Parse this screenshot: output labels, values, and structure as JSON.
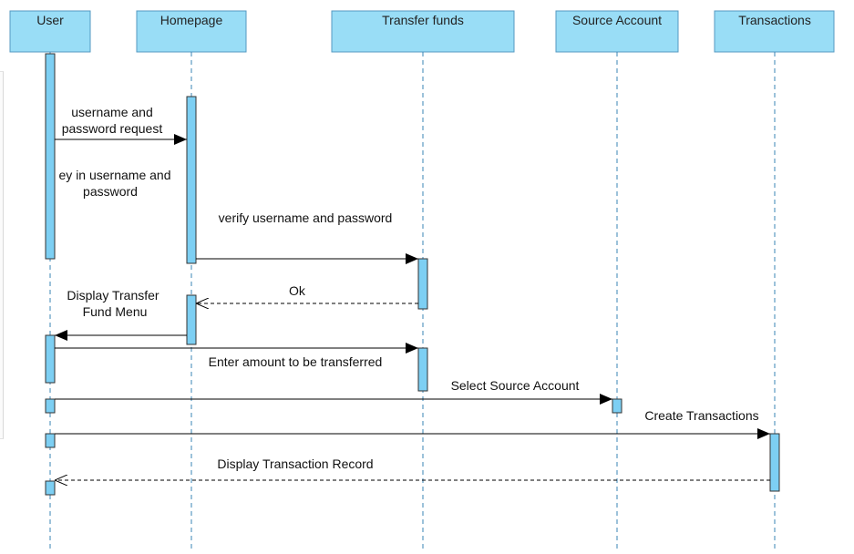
{
  "colors": {
    "header_fill": "#99DDF6",
    "header_stroke": "#5599C2",
    "activation_fill": "#7DCFF3",
    "activation_stroke": "#333333",
    "lifeline": "#3A85B5",
    "message": "#000000"
  },
  "participants": [
    {
      "id": "user",
      "label": "User"
    },
    {
      "id": "home",
      "label": "Homepage"
    },
    {
      "id": "transfer",
      "label": "Transfer funds"
    },
    {
      "id": "source",
      "label": "Source Account"
    },
    {
      "id": "trans",
      "label": "Transactions"
    }
  ],
  "messages": [
    {
      "id": "m1",
      "from": "user",
      "to": "home",
      "style": "solid",
      "lines": [
        "username and",
        "password request"
      ]
    },
    {
      "id": "m2",
      "from": "user",
      "to": "user",
      "style": "none",
      "lines": [
        "ey in username and",
        "password"
      ]
    },
    {
      "id": "m3",
      "from": "home",
      "to": "transfer",
      "style": "solid",
      "lines": [
        "verify username and password"
      ]
    },
    {
      "id": "m4",
      "from": "transfer",
      "to": "home",
      "style": "dashed",
      "lines": [
        "Ok"
      ]
    },
    {
      "id": "m5",
      "from": "home",
      "to": "user",
      "style": "solid",
      "lines": [
        "Display Transfer",
        "Fund Menu"
      ]
    },
    {
      "id": "m6",
      "from": "user",
      "to": "transfer",
      "style": "solid",
      "lines": [
        "Enter amount to be transferred"
      ]
    },
    {
      "id": "m7",
      "from": "user",
      "to": "source",
      "style": "solid",
      "lines": [
        "Select Source Account"
      ]
    },
    {
      "id": "m8",
      "from": "user",
      "to": "trans",
      "style": "solid",
      "lines": [
        "Create Transactions"
      ]
    },
    {
      "id": "m9",
      "from": "trans",
      "to": "user",
      "style": "dashed",
      "lines": [
        "Display Transaction Record"
      ]
    }
  ]
}
